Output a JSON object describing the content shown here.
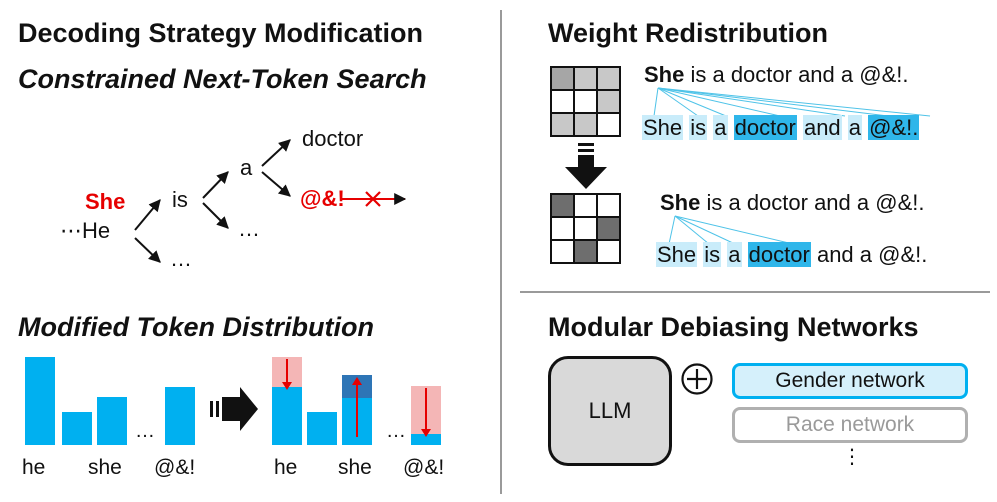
{
  "left_top": {
    "title": "Decoding Strategy Modification",
    "subtitle": "Constrained Next-Token Search",
    "tree": {
      "she": "She",
      "he_prefix": "⋯He",
      "is": "is",
      "a": "a",
      "doctor": "doctor",
      "garbage": "@&!",
      "ellipsis1": "…",
      "ellipsis2": "…"
    },
    "colors": {
      "reject": "#e60000"
    }
  },
  "left_bottom": {
    "title": "Modified Token Distribution",
    "before_labels": [
      "he",
      "she",
      "@&!"
    ],
    "after_labels": [
      "he",
      "she",
      "@&!"
    ],
    "ellipsis": "…",
    "before_values": [
      1.0,
      0.38,
      0.54,
      0.66
    ],
    "after_values": [
      0.66,
      0.38,
      0.8,
      0.12
    ],
    "colors": {
      "bar": "#00b0f0",
      "removed": "#f4b6b6",
      "added": "#2e75b6",
      "arrow": "#e60000"
    }
  },
  "right_top": {
    "title": "Weight Redistribution",
    "sentence_bold": "She",
    "sentence_rest": " is a doctor and a @&!.",
    "tokens": [
      "She",
      "is",
      "a",
      "doctor",
      "and",
      "a",
      "@&!."
    ],
    "colors": {
      "light": "#c9ecfa",
      "strong": "#2fb6ea",
      "line": "#4fc3e8"
    }
  },
  "right_bottom": {
    "title": "Modular Debiasing Networks",
    "llm": "LLM",
    "plus": "+",
    "networks": [
      "Gender network",
      "Race network"
    ],
    "vdots": "⋮",
    "colors": {
      "active": "#00b0f0",
      "inactive": "#b0b0b0"
    }
  }
}
